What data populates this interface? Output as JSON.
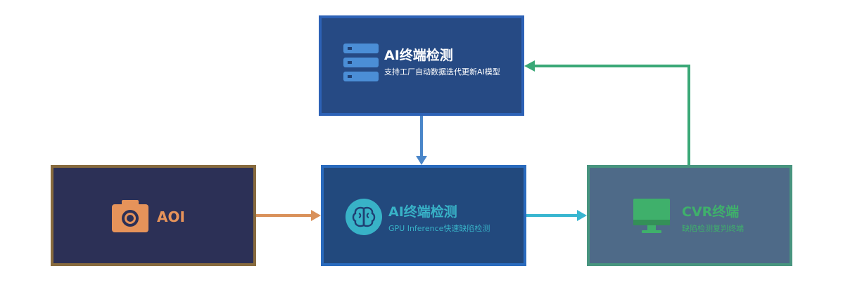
{
  "top_node": {
    "title": "AI终端检测",
    "subtitle": "支持工厂自动数据迭代更新AI模型",
    "icon": "server-icon"
  },
  "aoi_node": {
    "title": "AOI",
    "icon": "camera-icon"
  },
  "mid_node": {
    "title": "AI终端检测",
    "subtitle": "GPU Inference快速缺陷检测",
    "icon": "brain-icon"
  },
  "cvr_node": {
    "title": "CVR终端",
    "subtitle": "缺陷检测复判终端",
    "icon": "monitor-icon"
  },
  "colors": {
    "aoi_accent": "#e6935a",
    "mid_accent": "#38b2c7",
    "cvr_accent": "#3fb06b",
    "top_text": "#ffffff",
    "arrow_top_to_mid": "#4a86c9",
    "arrow_aoi_to_mid": "#d9915a",
    "arrow_mid_to_cvr": "#38b6d0",
    "arrow_cvr_to_top": "#3aa877"
  }
}
